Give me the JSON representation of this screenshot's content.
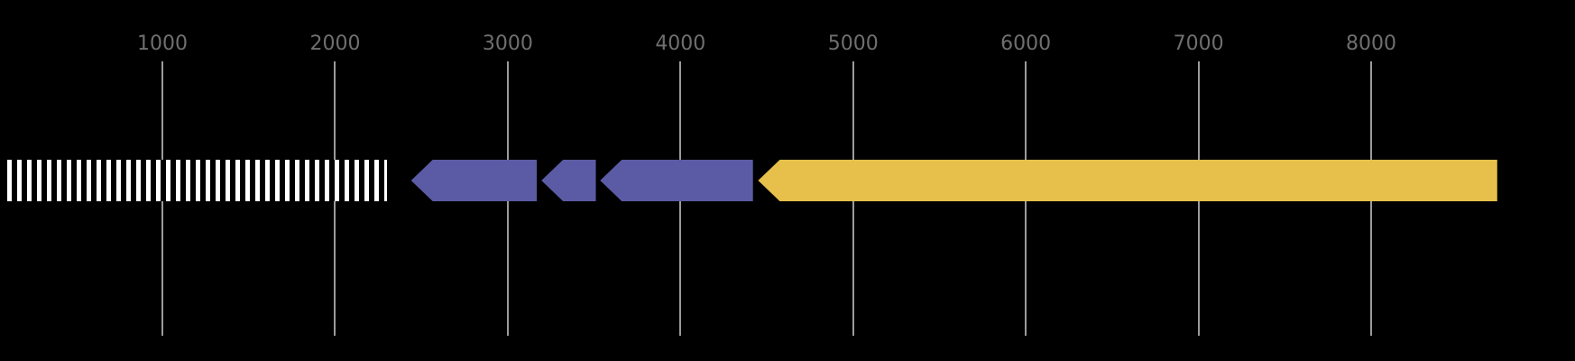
{
  "figure": {
    "background_color": "#000000",
    "axis": {
      "ticks": [
        {
          "value": 1000,
          "label": "1000"
        },
        {
          "value": 2000,
          "label": "2000"
        },
        {
          "value": 3000,
          "label": "3000"
        },
        {
          "value": 4000,
          "label": "4000"
        },
        {
          "value": 5000,
          "label": "5000"
        },
        {
          "value": 6000,
          "label": "6000"
        },
        {
          "value": 7000,
          "label": "7000"
        },
        {
          "value": 8000,
          "label": "8000"
        }
      ],
      "grid_color": "#9b9b9b",
      "label_color": "#6f6f6f"
    },
    "features": [
      {
        "id": "hatched-region",
        "shape": "box",
        "pattern": "vertical-stripes",
        "start": 100,
        "end": 2300,
        "fill": "#ffffff",
        "stripe_color": "#000000"
      },
      {
        "id": "gene-arrow-1",
        "shape": "arrow-left",
        "start": 2440,
        "end": 3170,
        "fill": "#5b5ba5"
      },
      {
        "id": "gene-arrow-2",
        "shape": "arrow-left",
        "start": 3195,
        "end": 3510,
        "fill": "#5b5ba5"
      },
      {
        "id": "gene-arrow-3",
        "shape": "arrow-left",
        "start": 3535,
        "end": 4420,
        "fill": "#5b5ba5"
      },
      {
        "id": "gene-arrow-4",
        "shape": "arrow-left",
        "start": 4450,
        "end": 8730,
        "fill": "#e6c04a"
      }
    ]
  }
}
